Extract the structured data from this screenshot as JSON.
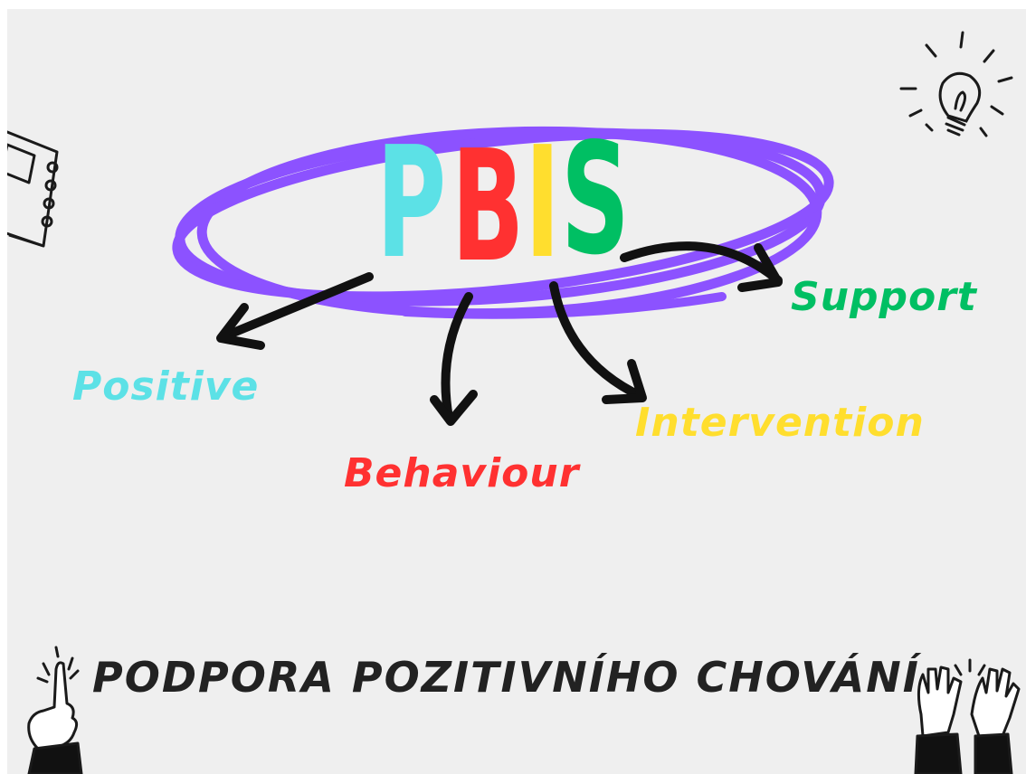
{
  "acronym": {
    "letters": [
      {
        "char": "P",
        "color": "#5ce1e6"
      },
      {
        "char": "B",
        "color": "#ff3131"
      },
      {
        "char": "I",
        "color": "#ffde2e"
      },
      {
        "char": "S",
        "color": "#00bf63"
      }
    ],
    "ring_color": "#8c52ff"
  },
  "words": {
    "positive": {
      "text": "Positive",
      "color": "#5ce1e6"
    },
    "behaviour": {
      "text": "Behaviour",
      "color": "#ff3131"
    },
    "intervention": {
      "text": "Intervention",
      "color": "#ffde2e"
    },
    "support": {
      "text": "Support",
      "color": "#00bf63"
    }
  },
  "footer": {
    "title": "PODPORA POZITIVNÍHO CHOVÁNÍ"
  },
  "icons": [
    "notebook-icon",
    "lightbulb-icon",
    "pointing-hand-icon",
    "raised-hands-icon"
  ]
}
